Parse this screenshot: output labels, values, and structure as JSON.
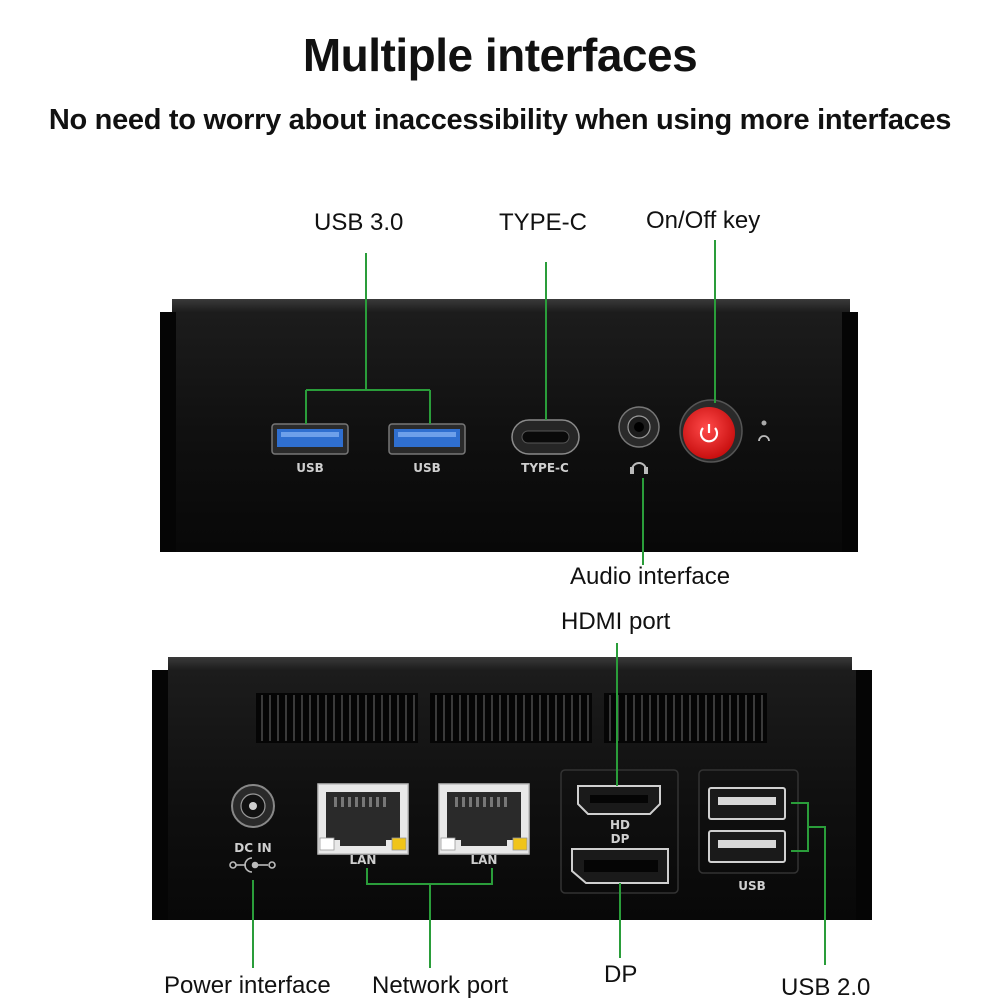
{
  "header": {
    "title": "Multiple interfaces",
    "subtitle": "No need to worry about inaccessibility when using more interfaces"
  },
  "callouts": {
    "usb3": "USB 3.0",
    "typec": "TYPE-C",
    "onoff": "On/Off key",
    "audio": "Audio interface",
    "hdmi": "HDMI port",
    "power": "Power interface",
    "network": "Network port",
    "dp": "DP",
    "usb2": "USB 2.0"
  },
  "front_panel": {
    "usb_left": "USB",
    "usb_right": "USB",
    "typec": "TYPE-C"
  },
  "rear_panel": {
    "dc_in": "DC IN",
    "lan_left": "LAN",
    "lan_right": "LAN",
    "hd": "HD",
    "dp": "DP",
    "usb": "USB"
  },
  "colors": {
    "leader_line": "#2a9d3a",
    "usb3_blue": "#2f6fd0",
    "power_red": "#e21f1f",
    "chassis": "#0d0d0d"
  }
}
